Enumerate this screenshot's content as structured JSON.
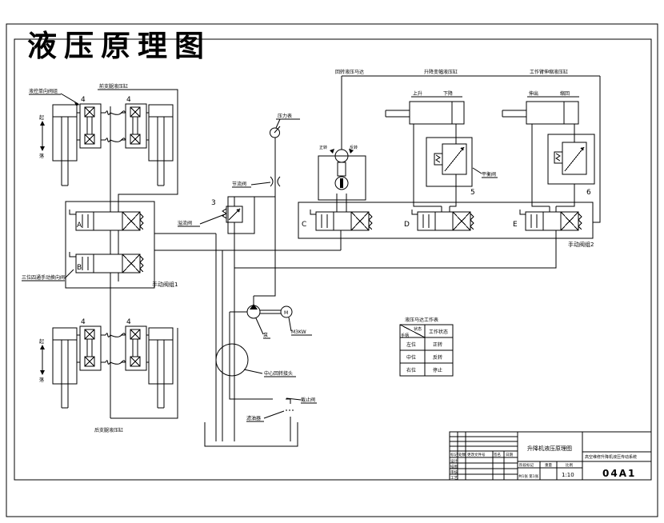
{
  "page": {
    "title": "液压原理图",
    "title_color": "#ee0000"
  },
  "labels": {
    "pilot_check_valve_group": "液控单向阀组",
    "front_leg_cylinder": "前支腿液压缸",
    "rear_leg_cylinder": "后支腿液压缸",
    "three_pos_valve": "三位四通手动换向阀",
    "manual_valve_group1": "手动阀组1",
    "manual_valve_group2": "手动阀组2",
    "relief_valve": "溢流阀",
    "throttle_valve": "节流阀",
    "pressure_gauge": "压力表",
    "rotary_motor": "回转液压马达",
    "luffing_cylinder": "升降变幅液压缸",
    "telescopic_cylinder": "工作臂伸缩液压缸",
    "balance_valve": "平衡阀",
    "center_rotary_joint": "中心回转接头",
    "pump": "泵",
    "motor_power": "M3KW",
    "stop_valve": "截止阀",
    "oil_filter": "滤油器",
    "raise": "起",
    "lower": "落",
    "up": "上升",
    "down": "下降",
    "extend": "伸出",
    "retract": "缩回",
    "cw": "正转",
    "ccw": "反转"
  },
  "ids": {
    "n3": "3",
    "n4": "4",
    "n5": "5",
    "n6": "6",
    "vA": "A",
    "vB": "B",
    "vC": "C",
    "vD": "D",
    "vE": "E",
    "motor_m": "M"
  },
  "motor_table": {
    "title": "液压马达工作表",
    "corner_top": "状态",
    "corner_bottom": "手柄",
    "header2": "工作状态",
    "rows": [
      [
        "左位",
        "正转"
      ],
      [
        "中位",
        "反转"
      ],
      [
        "右位",
        "停止"
      ]
    ]
  },
  "title_block": {
    "drawing_title": "升降机液压原理图",
    "project_name": "高空维修升降机液压传动系统",
    "drawing_number": "04A1",
    "stage_label": "阶段标记",
    "weight_label": "重量",
    "scale_label": "比例",
    "scale_value": "1:10",
    "sheet_info": "共1张 第1张",
    "sign_header": [
      "标记",
      "处数",
      "更改文件号",
      "签名",
      "日期"
    ],
    "sign_rows": [
      "设计",
      "描图",
      "审核",
      "工艺"
    ]
  }
}
